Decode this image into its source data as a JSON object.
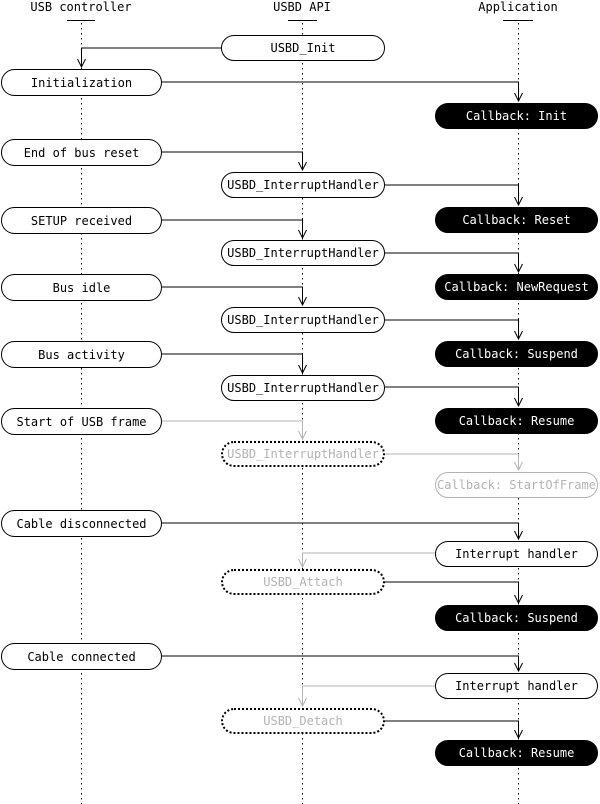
{
  "diagram": {
    "columns": [
      {
        "label": "USB controller"
      },
      {
        "label": "USBD API"
      },
      {
        "label": "Application"
      }
    ],
    "nodes": [
      {
        "label": "USBD_Init"
      },
      {
        "label": "Initialization"
      },
      {
        "label": "Callback: Init"
      },
      {
        "label": "End of bus reset"
      },
      {
        "label": "USBD_InterruptHandler"
      },
      {
        "label": "SETUP received"
      },
      {
        "label": "Callback: Reset"
      },
      {
        "label": "USBD_InterruptHandler"
      },
      {
        "label": "Bus idle"
      },
      {
        "label": "Callback: NewRequest"
      },
      {
        "label": "USBD_InterruptHandler"
      },
      {
        "label": "Bus activity"
      },
      {
        "label": "Callback: Suspend"
      },
      {
        "label": "USBD_InterruptHandler"
      },
      {
        "label": "Start of USB frame"
      },
      {
        "label": "Callback: Resume"
      },
      {
        "label": "USBD_InterruptHandler"
      },
      {
        "label": "Callback: StartOfFrame"
      },
      {
        "label": "Cable disconnected"
      },
      {
        "label": "Interrupt handler"
      },
      {
        "label": "USBD_Attach"
      },
      {
        "label": "Callback: Suspend"
      },
      {
        "label": "Cable connected"
      },
      {
        "label": "Interrupt handler"
      },
      {
        "label": "USBD_Detach"
      },
      {
        "label": "Callback: Resume"
      }
    ],
    "flows": [
      {
        "from": "USBD_Init",
        "to": "Initialization",
        "state": "active"
      },
      {
        "from": "Initialization",
        "to": "Callback: Init",
        "state": "active"
      },
      {
        "from": "End of bus reset",
        "to": "USBD_InterruptHandler",
        "state": "active"
      },
      {
        "from": "USBD_InterruptHandler",
        "to": "Callback: Reset",
        "state": "active"
      },
      {
        "from": "SETUP received",
        "to": "USBD_InterruptHandler",
        "state": "active"
      },
      {
        "from": "USBD_InterruptHandler",
        "to": "Callback: NewRequest",
        "state": "active"
      },
      {
        "from": "Bus idle",
        "to": "USBD_InterruptHandler",
        "state": "active"
      },
      {
        "from": "USBD_InterruptHandler",
        "to": "Callback: Suspend",
        "state": "active"
      },
      {
        "from": "Bus activity",
        "to": "USBD_InterruptHandler",
        "state": "active"
      },
      {
        "from": "USBD_InterruptHandler",
        "to": "Callback: Resume",
        "state": "active"
      },
      {
        "from": "Start of USB frame",
        "to": "USBD_InterruptHandler",
        "state": "inactive"
      },
      {
        "from": "USBD_InterruptHandler",
        "to": "Callback: StartOfFrame",
        "state": "inactive"
      },
      {
        "from": "Cable disconnected",
        "to": "Interrupt handler",
        "state": "active"
      },
      {
        "from": "Interrupt handler",
        "to": "USBD_Attach",
        "state": "inactive"
      },
      {
        "from": "USBD_Attach",
        "to": "Callback: Suspend",
        "state": "active"
      },
      {
        "from": "Cable connected",
        "to": "Interrupt handler",
        "state": "active"
      },
      {
        "from": "Interrupt handler",
        "to": "USBD_Detach",
        "state": "inactive"
      },
      {
        "from": "USBD_Detach",
        "to": "Callback: Resume",
        "state": "active"
      }
    ],
    "colors": {
      "node_fill_black": "#000000",
      "node_text_white": "#ffffff",
      "inactive_gray": "#b3b3b3",
      "background": "#ffffff"
    }
  }
}
